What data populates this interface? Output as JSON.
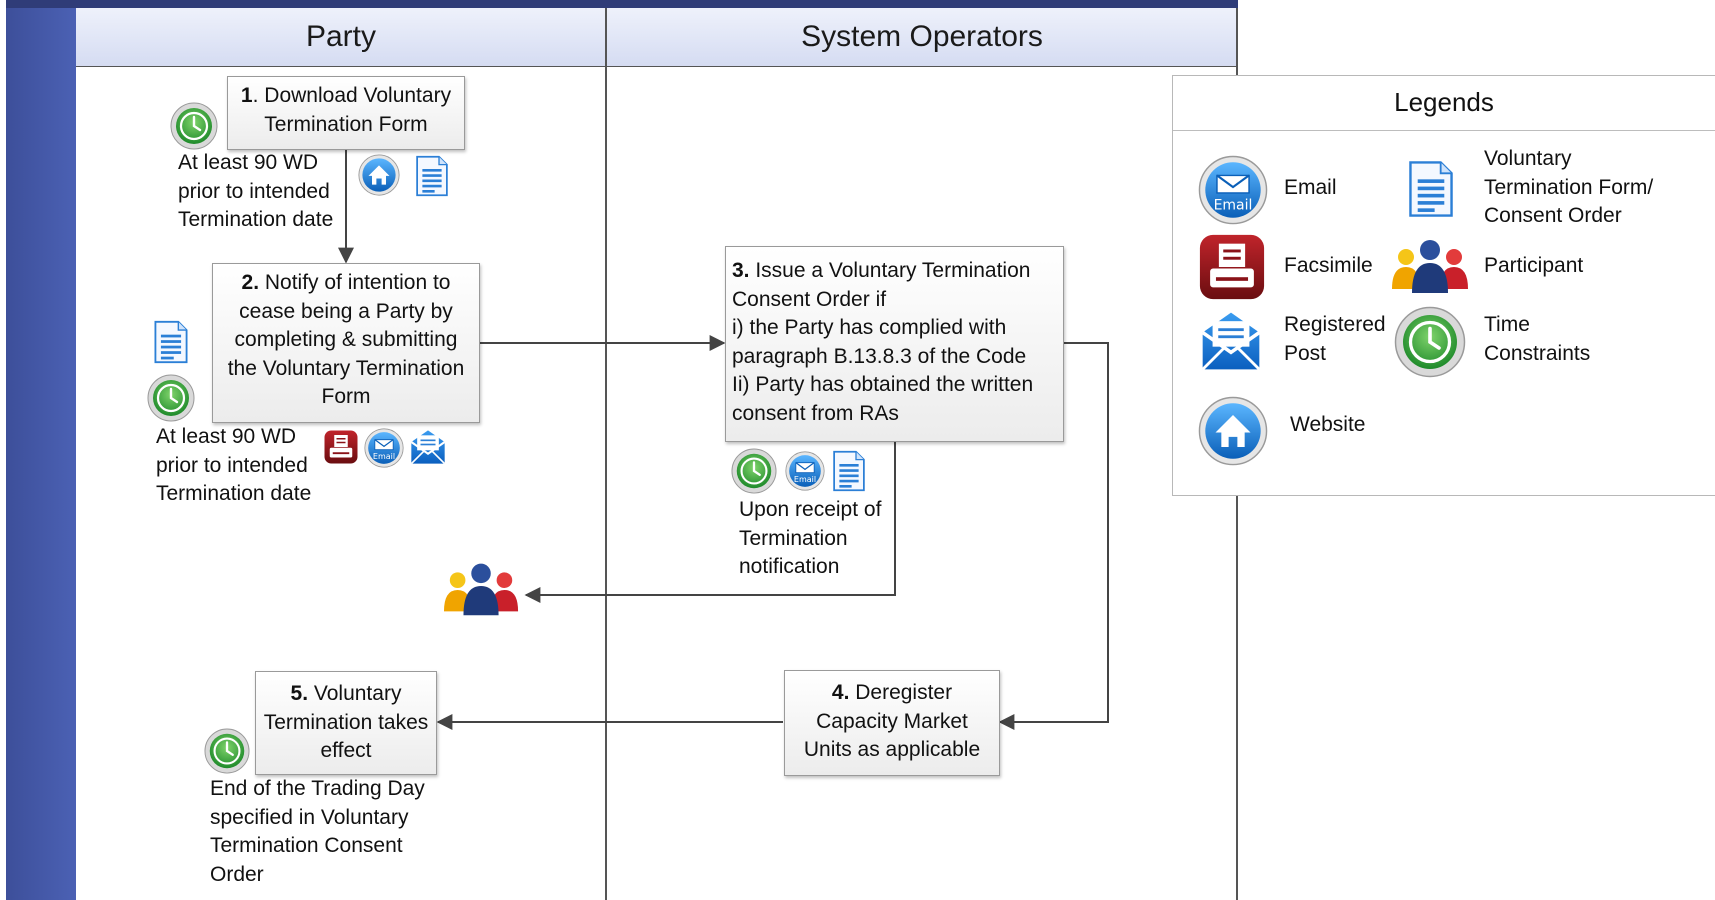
{
  "lanes": {
    "party": "Party",
    "system_operators": "System Operators"
  },
  "steps": {
    "s1": {
      "num": "1",
      "text": ". Download Voluntary Termination Form"
    },
    "s2": {
      "num": "2.",
      "text": " Notify of intention to cease being a Party by completing & submitting the Voluntary Termination Form"
    },
    "s3": {
      "num": "3.",
      "text": " Issue a Voluntary Termination Consent Order if",
      "line2": "i) the Party has complied with paragraph B.13.8.3 of the Code",
      "line3": "Ii) Party has obtained the written consent from RAs"
    },
    "s4": {
      "num": "4.",
      "text": " Deregister Capacity Market Units as applicable"
    },
    "s5": {
      "num": "5.",
      "text": " Voluntary Termination takes effect"
    }
  },
  "notes": {
    "n1": [
      "At least 90 WD",
      "prior to intended",
      "Termination date"
    ],
    "n2": [
      "At least 90 WD",
      "prior to intended",
      "Termination date"
    ],
    "n3": [
      "Upon receipt of",
      "Termination",
      "notification"
    ],
    "n5": [
      "End of the Trading Day",
      "specified in  Voluntary",
      "Termination Consent",
      "Order"
    ]
  },
  "icon_labels": {
    "email": "Email"
  },
  "legend": {
    "title": "Legends",
    "email": "Email",
    "form": [
      "Voluntary",
      "Termination Form/",
      "Consent Order"
    ],
    "fax": "Facsimile",
    "participant": "Participant",
    "post": [
      "Registered",
      "Post"
    ],
    "time": [
      "Time",
      "Constraints"
    ],
    "website": "Website"
  }
}
